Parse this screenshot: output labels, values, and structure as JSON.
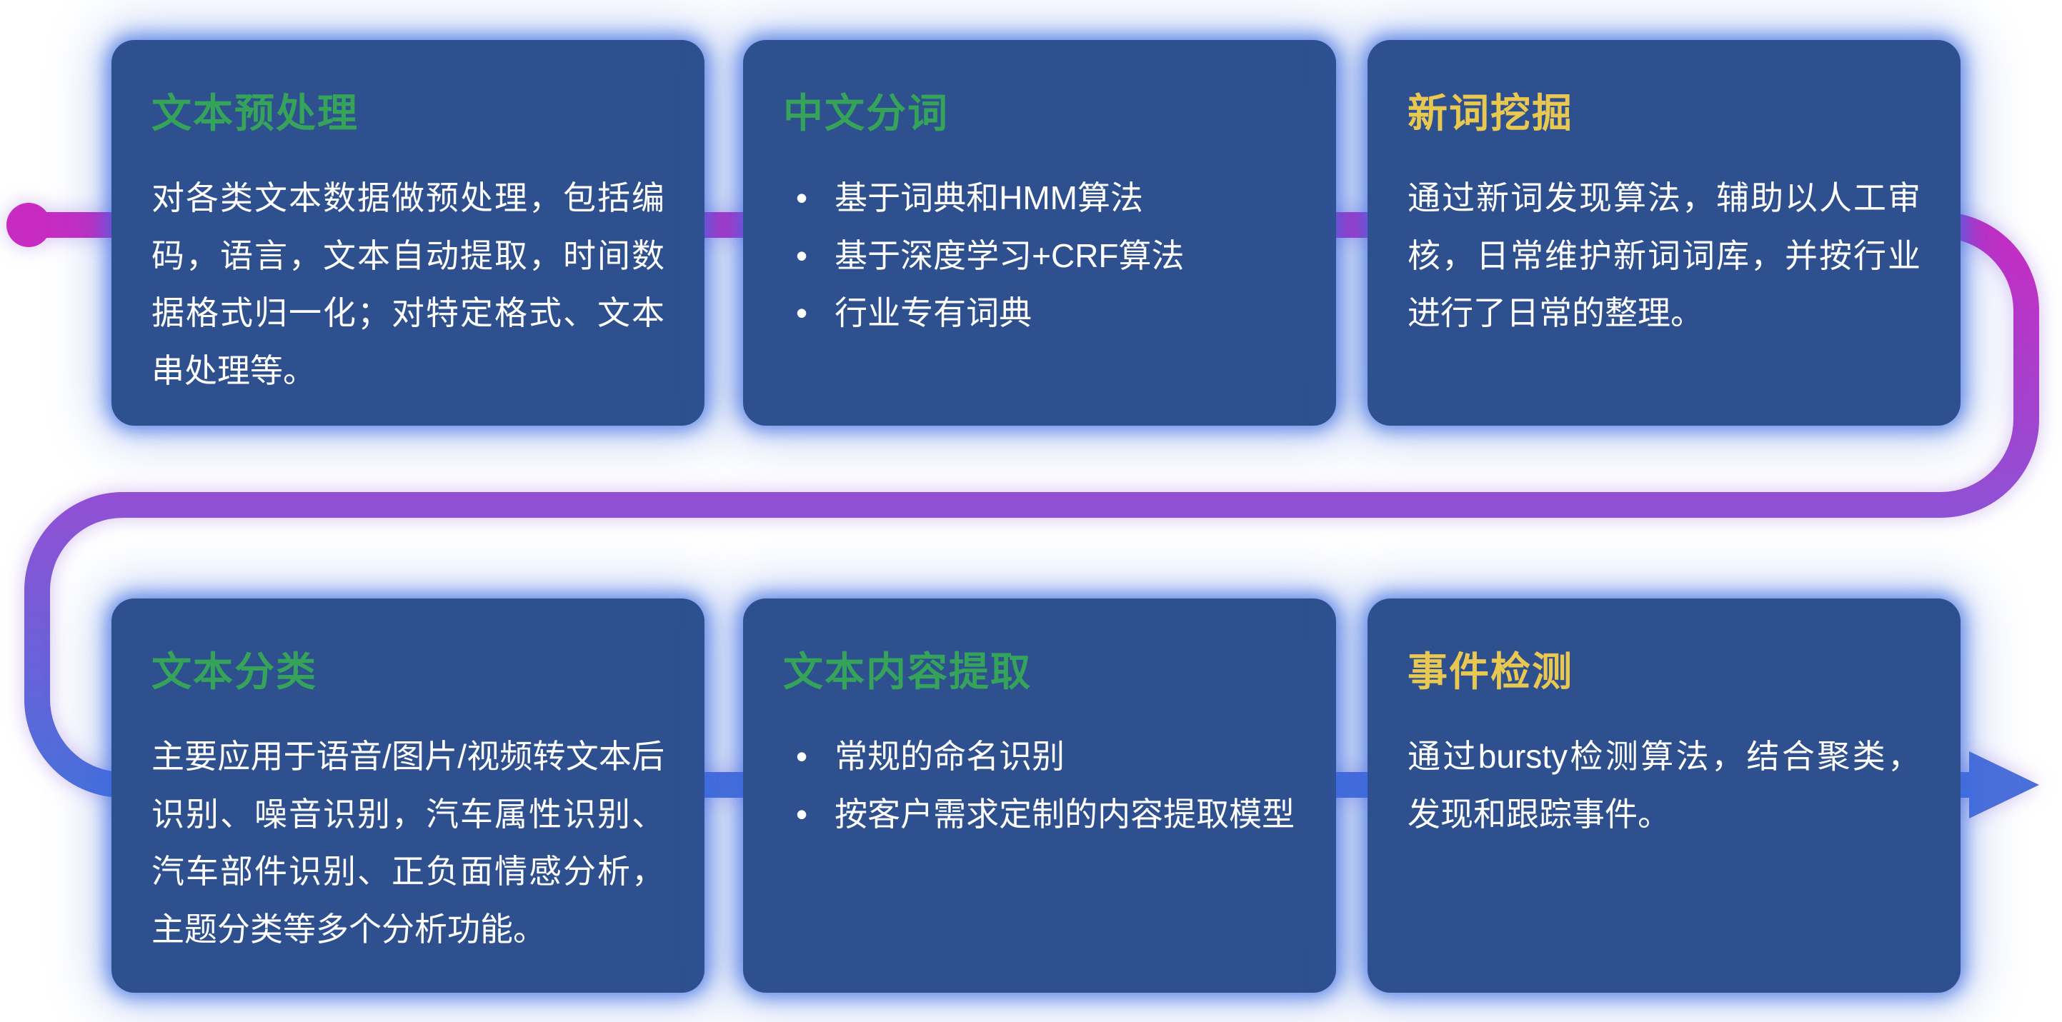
{
  "diagram": {
    "background": "#ffffff",
    "card_bg": "#2e508f",
    "glow_color": "#3a6ae0",
    "text_color": "#ffffff",
    "bullet_char": "•"
  },
  "flow": {
    "start_color": "#c82bc2",
    "mid_color": "#9050d5",
    "end_color": "#4b70da"
  },
  "cards": [
    {
      "id": "text-preprocessing",
      "title": "文本预处理",
      "title_color": "#36a35b",
      "body": "对各类文本数据做预处理，包括编码，语言，文本自动提取，时间数据格式归一化；对特定格式、文本串处理等。"
    },
    {
      "id": "chinese-word-segmentation",
      "title": "中文分词",
      "title_color": "#36a35b",
      "bullets": [
        "基于词典和HMM算法",
        "基于深度学习+CRF算法",
        "行业专有词典"
      ]
    },
    {
      "id": "new-word-mining",
      "title": "新词挖掘",
      "title_color": "#e8c851",
      "body": "通过新词发现算法，辅助以人工审核，日常维护新词词库，并按行业进行了日常的整理。"
    },
    {
      "id": "text-classification",
      "title": "文本分类",
      "title_color": "#36a35b",
      "body": "主要应用于语音/图片/视频转文本后识别、噪音识别，汽车属性识别、汽车部件识别、正负面情感分析，主题分类等多个分析功能。"
    },
    {
      "id": "text-content-extraction",
      "title": "文本内容提取",
      "title_color": "#36a35b",
      "bullets": [
        "常规的命名识别",
        "按客户需求定制的内容提取模型"
      ]
    },
    {
      "id": "event-detection",
      "title": "事件检测",
      "title_color": "#e8c851",
      "body": "通过bursty检测算法，结合聚类，发现和跟踪事件。"
    }
  ]
}
